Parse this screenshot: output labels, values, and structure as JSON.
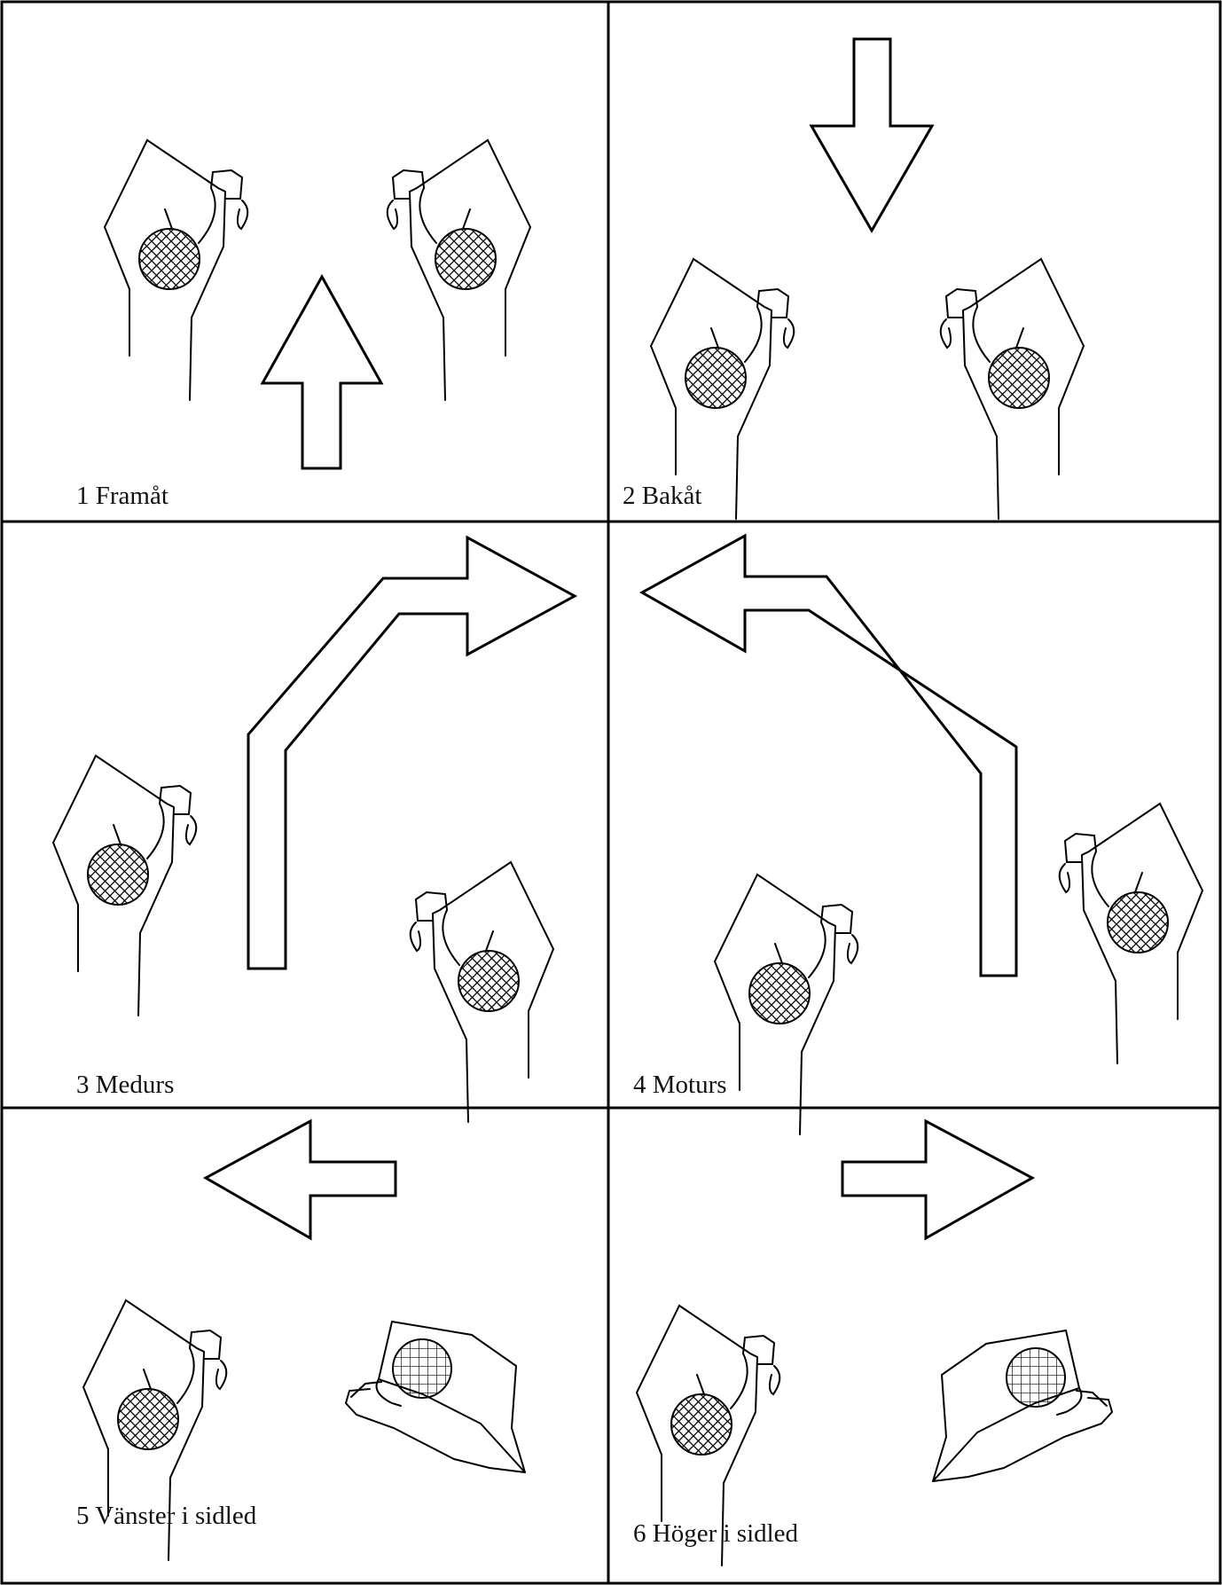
{
  "panels": [
    {
      "id": 1,
      "label": "1 Framåt",
      "direction": "forward"
    },
    {
      "id": 2,
      "label": "2 Bakåt",
      "direction": "backward"
    },
    {
      "id": 3,
      "label": "3 Medurs",
      "direction": "clockwise"
    },
    {
      "id": 4,
      "label": "4 Moturs",
      "direction": "counterclockwise"
    },
    {
      "id": 5,
      "label": "5 Vänster i sidled",
      "direction": "left-sideways"
    },
    {
      "id": 6,
      "label": "6 Höger i sidled",
      "direction": "right-sideways"
    }
  ],
  "colors": {
    "line": "#000000",
    "background": "#ffffff",
    "arrow_fill": "#ffffff"
  }
}
